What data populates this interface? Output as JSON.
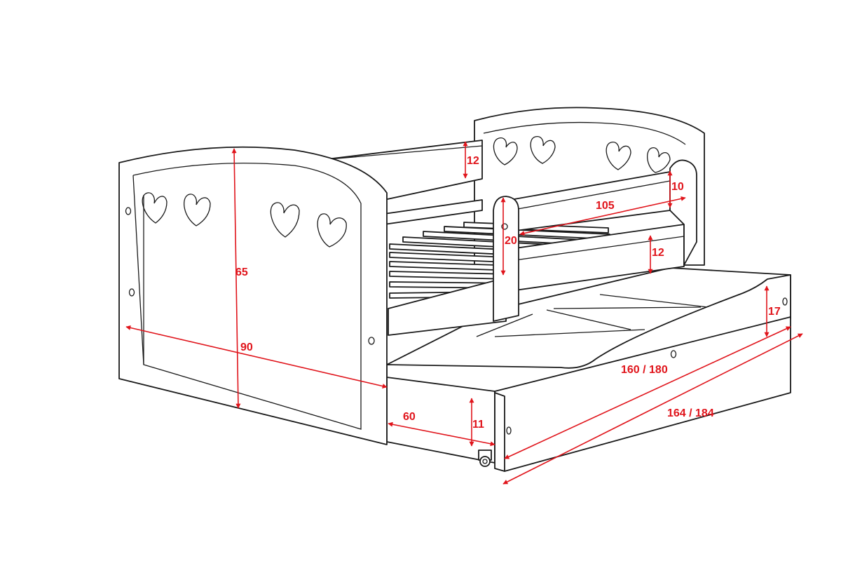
{
  "diagram": {
    "subject": "children's bed with heart-cut headboards, safety rail and pull-out drawer",
    "line_color": "#1a1a1a",
    "dimension_color": "#e0141b",
    "dimensions": {
      "headboard_height": "65",
      "bed_width": "90",
      "back_rail_height": "12",
      "guard_rail_height": "10",
      "guard_rail_length": "105",
      "guard_post_height": "20",
      "lower_rail_height": "12",
      "drawer_front_height": "17",
      "drawer_length": "160 / 180",
      "total_length": "164 / 184",
      "drawer_depth": "60",
      "drawer_clearance": "11"
    }
  }
}
